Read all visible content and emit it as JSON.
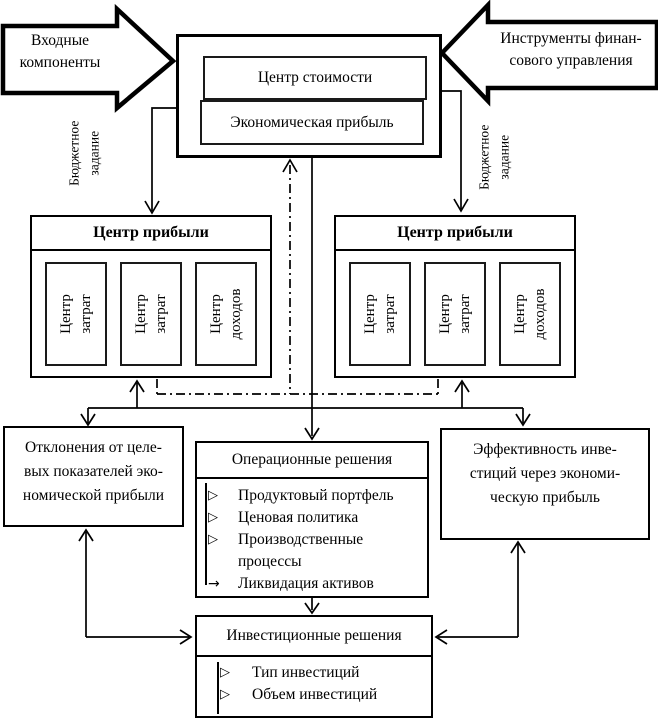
{
  "diagram": {
    "input_arrow": {
      "label": "Входные\nкомпоненты"
    },
    "tools_arrow": {
      "label": "Инструменты финан-\nсового управления"
    },
    "value_center": {
      "title": "Центр стоимости",
      "subtitle": "Экономическая прибыль"
    },
    "budget_left": "Бюджетное\nзадание",
    "budget_right": "Бюджетное\nзадание",
    "profit_left": {
      "title": "Центр прибыли",
      "children": [
        "Центр\nзатрат",
        "Центр\nзатрат",
        "Центр\nдоходов"
      ]
    },
    "profit_right": {
      "title": "Центр прибыли",
      "children": [
        "Центр\nзатрат",
        "Центр\nзатрат",
        "Центр\nдоходов"
      ]
    },
    "deviations": {
      "text": "Отклонения от целе-\nвых показателей эко-\nномической прибыли"
    },
    "operational": {
      "title": "Операционные решения",
      "items": [
        "Продуктовый портфель",
        "Ценовая политика",
        "Производственные процессы",
        "Ликвидация активов"
      ]
    },
    "efficiency": {
      "text": "Эффективность инве-\nстиций через экономи-\nческую прибыль"
    },
    "investment": {
      "title": "Инвестиционные решения",
      "items": [
        "Тип инвестиций",
        "Объем инвестиций"
      ]
    },
    "colors": {
      "ink": "#000000",
      "background": "#ffffff"
    }
  }
}
